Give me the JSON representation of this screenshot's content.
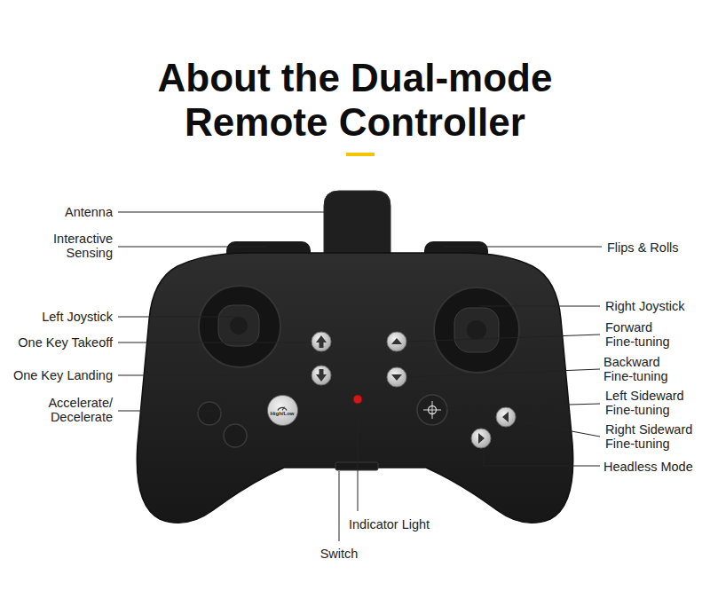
{
  "diagram": {
    "title": "About the Dual-mode Remote Controller",
    "nodes": [
      {
        "text": [
          "High/Low"
        ]
      }
    ],
    "labels": [
      "Antenna",
      "Interactive Sensing",
      "Left Joystick",
      "One Key Takeoff",
      "One Key Landing",
      "Accelerate/ Decelerate",
      "Flips & Rolls",
      "Right Joystick",
      "Forward Fine-tuning",
      "Backward Fine-tuning",
      "Left Sideward Fine-tuning",
      "Right Sideward Fine-tuning",
      "Headless Mode",
      "Indicator Light",
      "Switch"
    ]
  }
}
